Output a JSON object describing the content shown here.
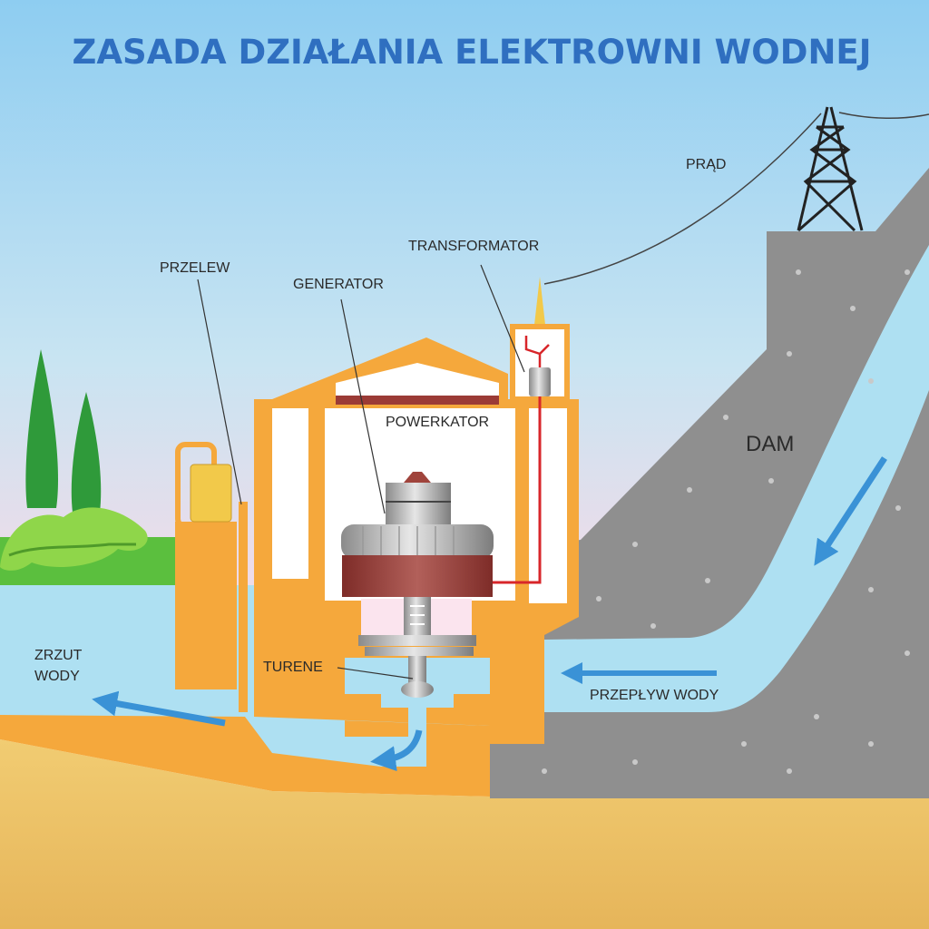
{
  "title": "ZASADA DZIAŁANIA ELEKTROWNI WODNEJ",
  "labels": {
    "current": "PRĄD",
    "transformer": "TRANSFORMATOR",
    "spillway": "PRZELEW",
    "generator": "GENERATOR",
    "powerhouse": "POWERKATOR",
    "dam": "DAM",
    "discharge_line1": "ZRZUT",
    "discharge_line2": "WODY",
    "turbine": "TURENE",
    "water_flow": "PRZEPŁYW WODY"
  },
  "colors": {
    "sky_top": "#8ecdf1",
    "sky_bottom": "#f2dbe8",
    "water": "#aee0f2",
    "arrow": "#3a92d6",
    "building": "#f5a83c",
    "dam": "#8f8f8f",
    "sand": "#efc66a",
    "generator_band": "#9b3b36"
  }
}
